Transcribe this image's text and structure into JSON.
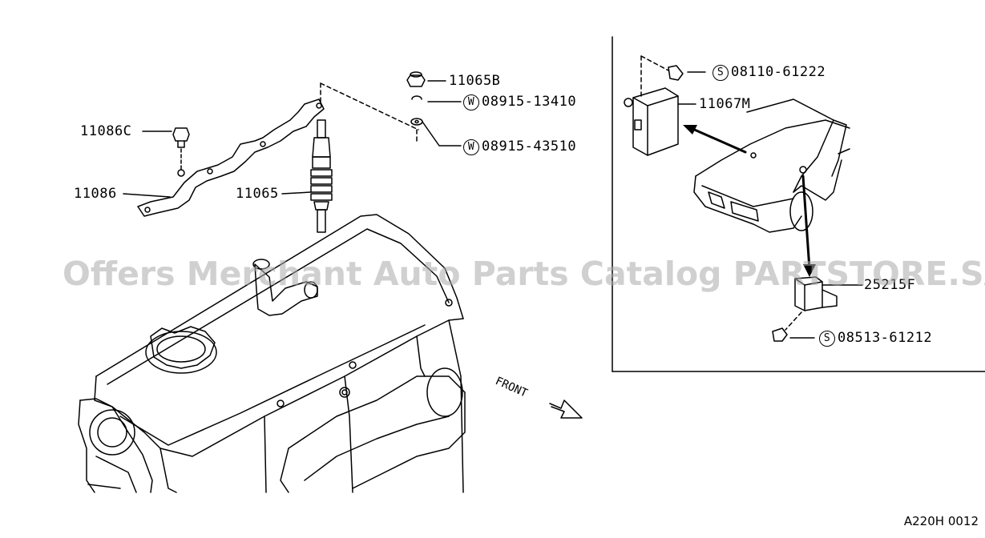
{
  "diagram": {
    "parts": {
      "p11065b": "11065B",
      "p08915_13410_prefix": "W",
      "p08915_13410": "08915-13410",
      "p08915_43510_prefix": "W",
      "p08915_43510": "08915-43510",
      "p11086c": "11086C",
      "p11086": "11086",
      "p11065": "11065",
      "p08110_61222_prefix": "S",
      "p08110_61222": "08110-61222",
      "p11067m": "11067M",
      "p25215f": "25215F",
      "p08513_61212_prefix": "S",
      "p08513_61212": "08513-61212"
    },
    "front_label": "FRONT",
    "diagram_code": "A220H 0012"
  },
  "watermark": "Offers Merchant Auto Parts Catalog PARTSTORE.SA"
}
